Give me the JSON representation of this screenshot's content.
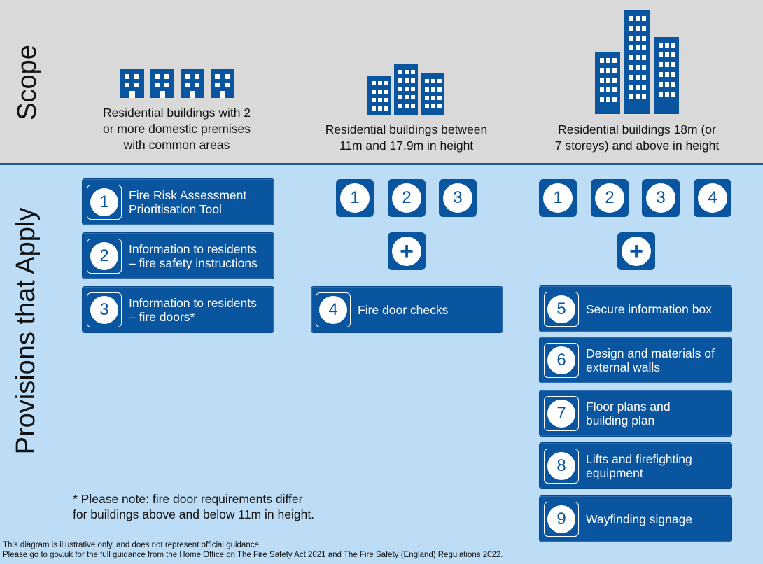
{
  "side_labels": {
    "scope": "Scope",
    "provisions": "Provisions that Apply"
  },
  "scope": {
    "col1": {
      "line1": "Residential buildings  with 2",
      "line2": "or more domestic premises",
      "line3": "with  common areas",
      "icon": "low-rise-buildings-icon"
    },
    "col2": {
      "line1": "Residential buildings  between",
      "line2": "11m and 17.9m in height",
      "icon": "mid-rise-buildings-icon"
    },
    "col3": {
      "line1": "Residential buildings  18m (or",
      "line2": "7 storeys) and above in height",
      "icon": "high-rise-buildings-icon"
    }
  },
  "provisions": {
    "col1": [
      {
        "num": "1",
        "line1": "Fire Risk Assessment",
        "line2": "Prioritisation Tool"
      },
      {
        "num": "2",
        "line1": "Information to residents",
        "line2": "– fire safety instructions"
      },
      {
        "num": "3",
        "line1": "Information to residents",
        "line2": "– fire doors*"
      }
    ],
    "col2": {
      "chips": [
        "1",
        "2",
        "3"
      ],
      "plus": "+",
      "box": {
        "num": "4",
        "label": "Fire door checks"
      }
    },
    "col3": {
      "chips": [
        "1",
        "2",
        "3",
        "4"
      ],
      "plus": "+",
      "boxes": [
        {
          "num": "5",
          "line1": "Secure information box",
          "line2": ""
        },
        {
          "num": "6",
          "line1": "Design and materials of",
          "line2": "external walls"
        },
        {
          "num": "7",
          "line1": "Floor plans and",
          "line2": "building  plan"
        },
        {
          "num": "8",
          "line1": "Lifts and firefighting",
          "line2": "equipment"
        },
        {
          "num": "9",
          "line1": "Wayfinding signage",
          "line2": ""
        }
      ]
    }
  },
  "note": {
    "line1": "* Please note: fire door requirements differ",
    "line2": "for buildings  above and below  11m in height."
  },
  "footer": {
    "line1": "This diagram is illustrative only, and does not represent official guidance.",
    "line2": "Please go to gov.uk  for the full guidance from the Home Office on The Fire Safety Act 2021 and The Fire Safety (England) Regulations 2022."
  },
  "colors": {
    "box_blue": "#0a55a0",
    "scope_bg": "#d9d9d9",
    "provisions_bg": "#bddcf5",
    "divider": "#1f5a9e"
  }
}
